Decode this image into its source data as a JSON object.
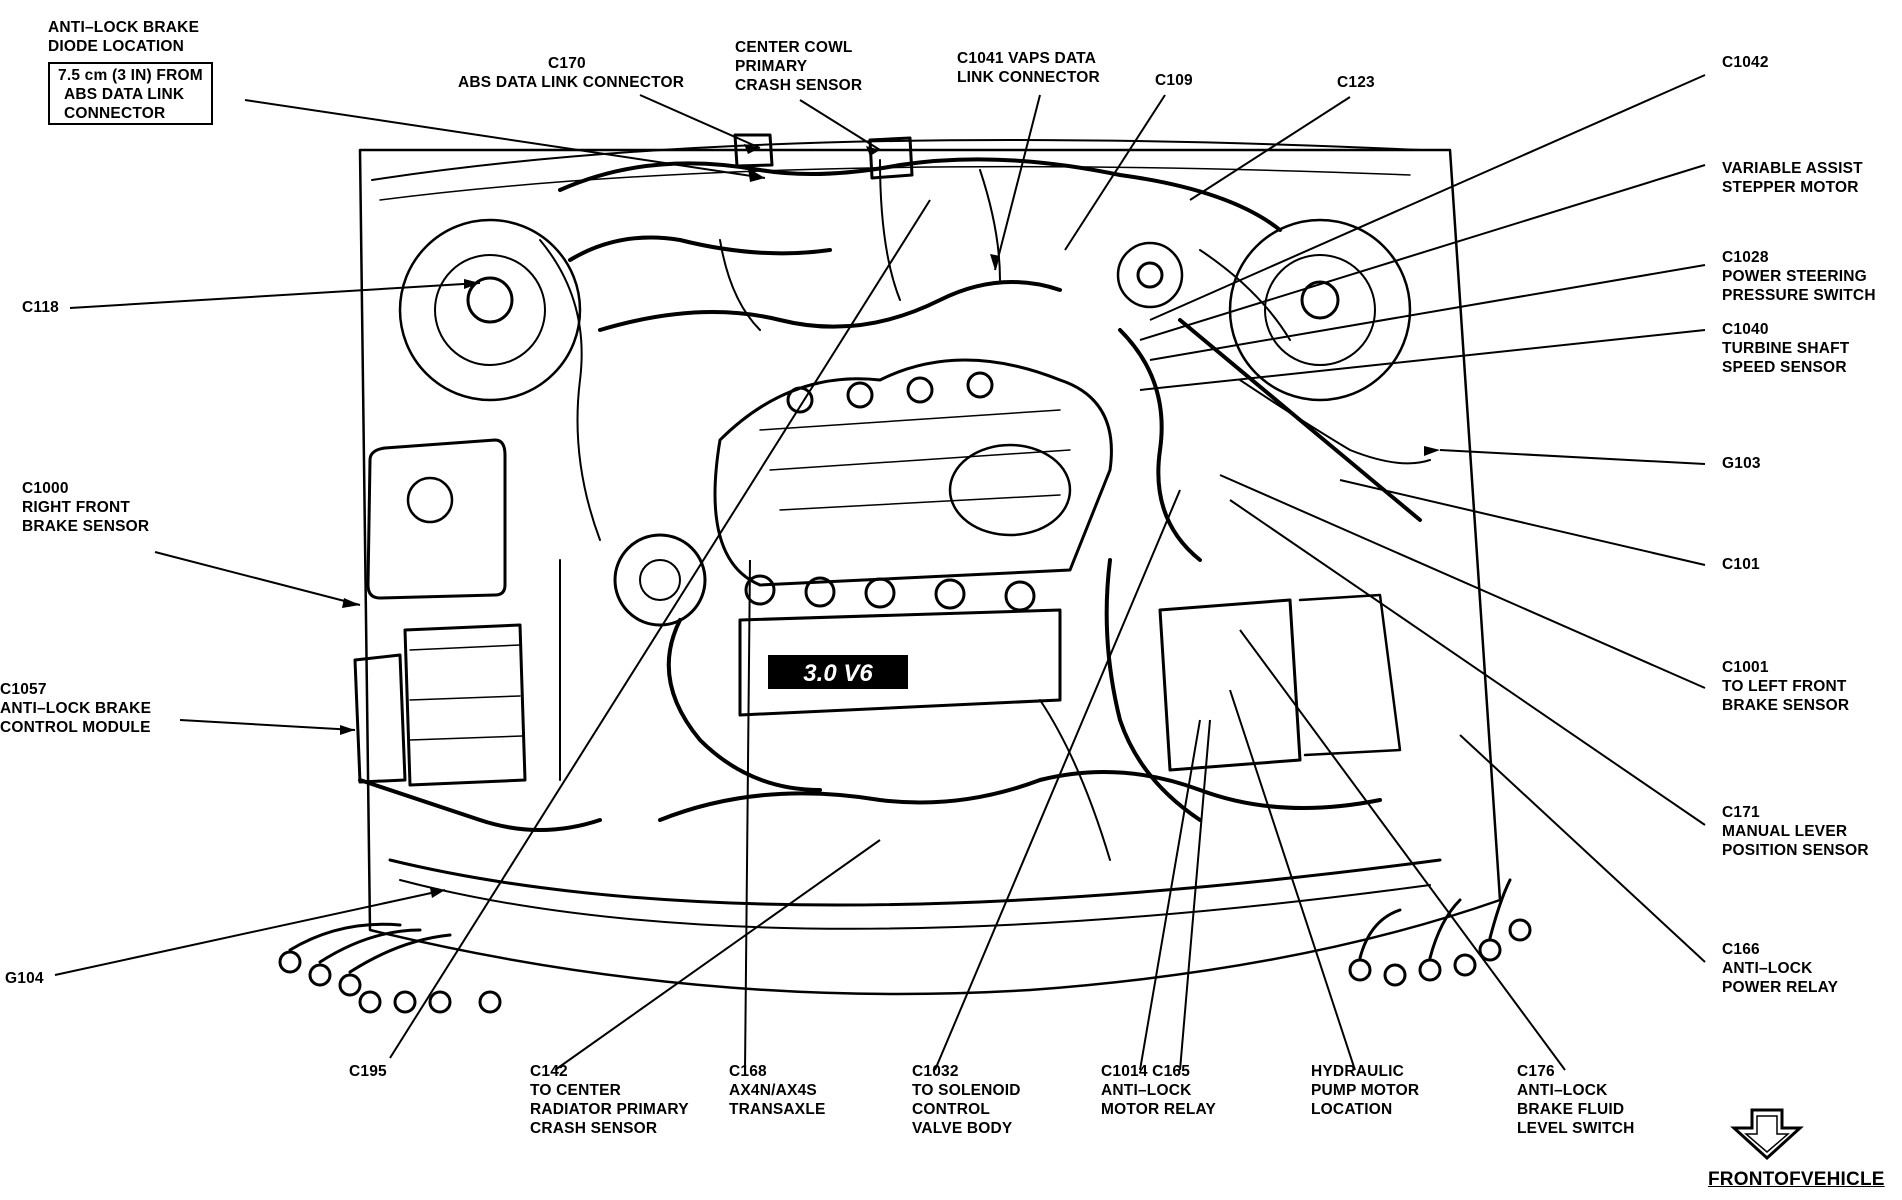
{
  "diagram": {
    "engine_badge": "3.0 V6",
    "front_label": "FRONTOFVEHICLE",
    "labels": {
      "abs_diode": [
        "ANTI–LOCK BRAKE",
        "DIODE LOCATION"
      ],
      "abs_diode_box": [
        "7.5 cm (3 IN) FROM",
        "ABS DATA LINK",
        "CONNECTOR"
      ],
      "c170": [
        "C170",
        "ABS DATA LINK CONNECTOR"
      ],
      "center_cowl": [
        "CENTER COWL",
        "PRIMARY",
        "CRASH SENSOR"
      ],
      "c1041": [
        "C1041 VAPS DATA",
        "LINK CONNECTOR"
      ],
      "c109": [
        "C109"
      ],
      "c123": [
        "C123"
      ],
      "c1042": [
        "C1042"
      ],
      "vas_stepper": [
        "VARIABLE ASSIST",
        "STEPPER MOTOR"
      ],
      "c1028": [
        "C1028",
        "POWER STEERING",
        "PRESSURE SWITCH"
      ],
      "c1040": [
        "C1040",
        "TURBINE SHAFT",
        "SPEED SENSOR"
      ],
      "g103": [
        "G103"
      ],
      "c101": [
        "C101"
      ],
      "c1001": [
        "C1001",
        "TO LEFT FRONT",
        "BRAKE SENSOR"
      ],
      "c171": [
        "C171",
        "MANUAL LEVER",
        "POSITION SENSOR"
      ],
      "c166": [
        "C166",
        "ANTI–LOCK",
        "POWER RELAY"
      ],
      "c118": [
        "C118"
      ],
      "c1000": [
        "C1000",
        "RIGHT FRONT",
        "BRAKE SENSOR"
      ],
      "c1057": [
        "C1057",
        "ANTI–LOCK BRAKE",
        "CONTROL MODULE"
      ],
      "g104": [
        "G104"
      ],
      "c195": [
        "C195"
      ],
      "c142": [
        "C142",
        "TO CENTER",
        "RADIATOR PRIMARY",
        "CRASH SENSOR"
      ],
      "c168": [
        "C168",
        "AX4N/AX4S",
        "TRANSAXLE"
      ],
      "c1032": [
        "C1032",
        "TO SOLENOID",
        "CONTROL",
        "VALVE BODY"
      ],
      "c1014": [
        "C1014 C165",
        "ANTI–LOCK",
        "MOTOR RELAY"
      ],
      "hydraulic": [
        "HYDRAULIC",
        "PUMP MOTOR",
        "LOCATION"
      ],
      "c176": [
        "C176",
        "ANTI–LOCK",
        "BRAKE FLUID",
        "LEVEL SWITCH"
      ]
    }
  }
}
